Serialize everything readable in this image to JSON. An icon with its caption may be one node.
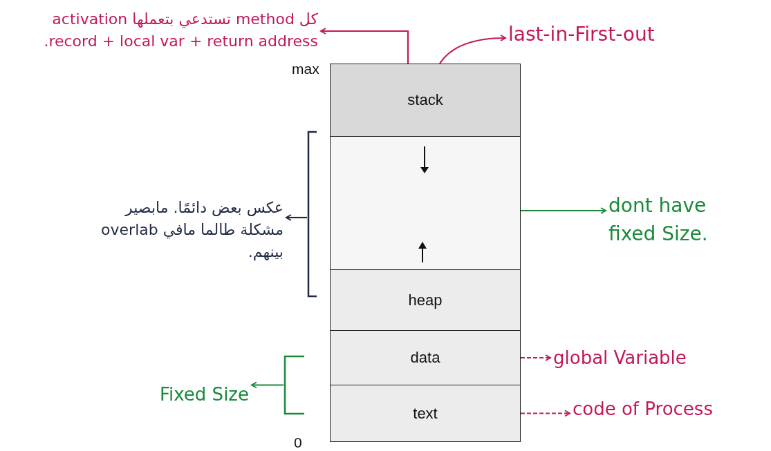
{
  "diagram": {
    "nodes": [
      {
        "text": [
          "stack"
        ],
        "beside": [
          "max"
        ]
      },
      {
        "text": [],
        "shape": "box"
      },
      {
        "text": [
          "heap"
        ]
      },
      {
        "text": [
          "data"
        ]
      },
      {
        "text": [
          "text"
        ],
        "beside": [
          "0"
        ]
      },
      {
        "text": [
          "كل method تستدعي بتعملها activation record + local var + return address."
        ]
      },
      {
        "text": [
          "last-in-First-out"
        ]
      },
      {
        "text": [
          "عكس بعض دائمًا. مابصير مشكلة طالما مافي overlab بينهم."
        ]
      },
      {
        "text": [
          "dont have fixed Size."
        ]
      },
      {
        "text": [
          "Fixed Size"
        ]
      },
      {
        "text": [
          "global Variable"
        ]
      },
      {
        "text": [
          "code of Process"
        ]
      },
      {
        "text": [],
        "shape": "bracket"
      },
      {
        "text": [],
        "shape": "bracket"
      }
    ],
    "edges": [
      {
        "from": 0,
        "to": 5,
        "arrow": "to"
      },
      {
        "from": 0,
        "to": 6,
        "arrow": "to"
      },
      {
        "from": 12,
        "to": 7,
        "arrow": "to",
        "color": "#1f2a44"
      },
      {
        "from": 1,
        "to": 8,
        "arrow": "to",
        "color": "#1a8a3a"
      },
      {
        "from": 13,
        "to": 9,
        "arrow": "to",
        "color": "#1a8a3a"
      },
      {
        "from": 3,
        "to": 10,
        "arrow": "to",
        "style": "dashed"
      },
      {
        "from": 4,
        "to": 11,
        "arrow": "to",
        "style": "dashed"
      }
    ]
  }
}
